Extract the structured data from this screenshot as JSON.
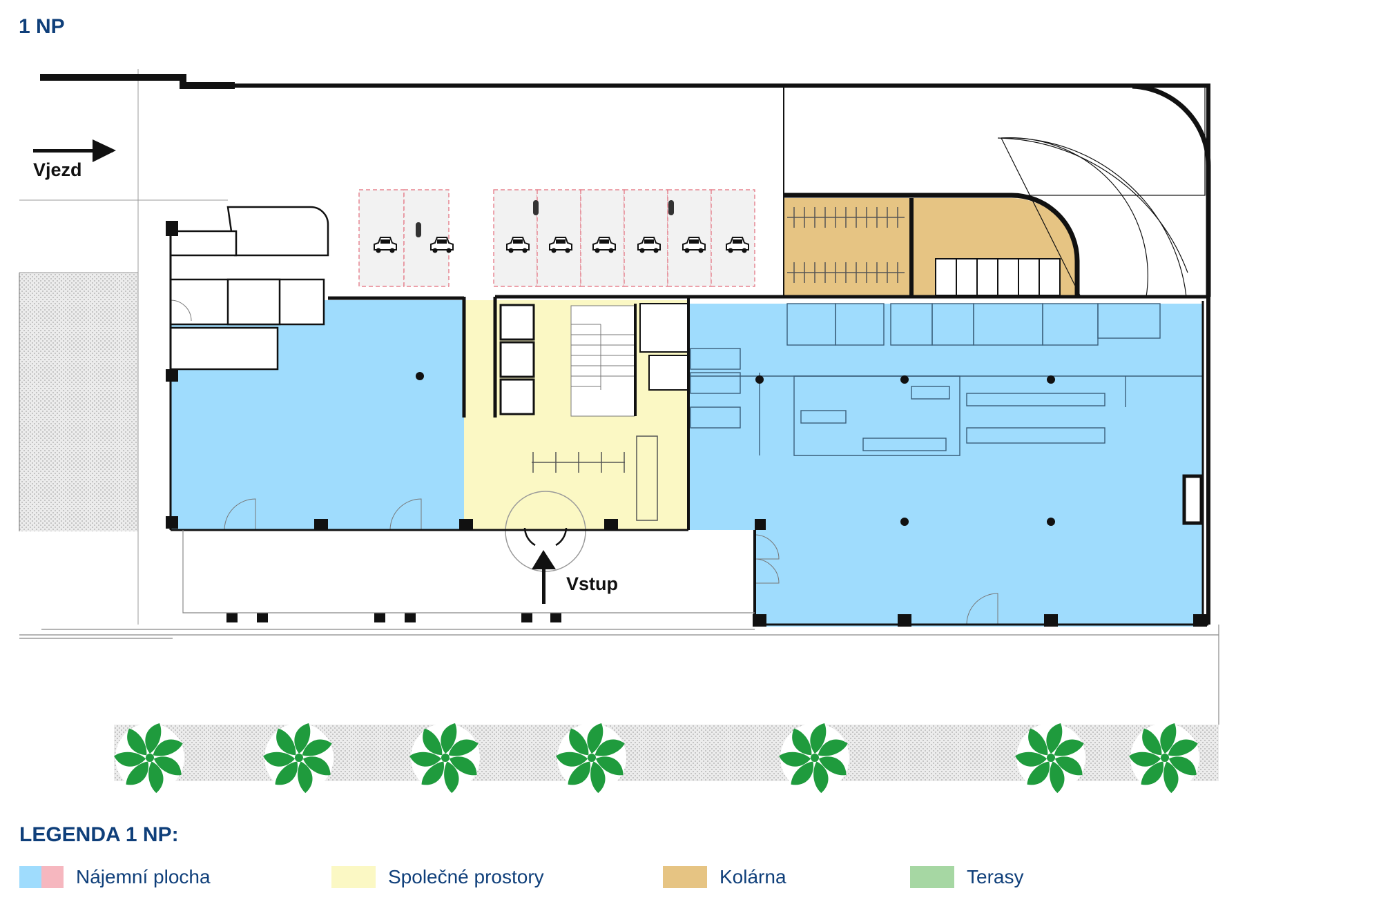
{
  "title": "1 NP",
  "labels": {
    "entry_vehicles": "Vjezd",
    "entry_main": "Vstup"
  },
  "legend": {
    "title": "LEGENDA 1 NP:",
    "items": [
      {
        "label": "Nájemní plocha",
        "colors": [
          "#9fdcfd",
          "#f6b7bf"
        ]
      },
      {
        "label": "Společné prostory",
        "colors": [
          "#fbf8c4"
        ]
      },
      {
        "label": "Kolárna",
        "colors": [
          "#e6c483"
        ]
      },
      {
        "label": "Terasy",
        "colors": [
          "#a6d7a3"
        ]
      }
    ]
  },
  "colors": {
    "rental": "#9fdcfd",
    "common": "#fbf8c4",
    "bike_room": "#e6c483",
    "tree": "#1f9b3d",
    "heading": "#0f3f7a",
    "wall": "#111111"
  },
  "icons": {
    "car": "car-icon",
    "tree": "tree-icon",
    "arrow": "arrow-icon"
  }
}
